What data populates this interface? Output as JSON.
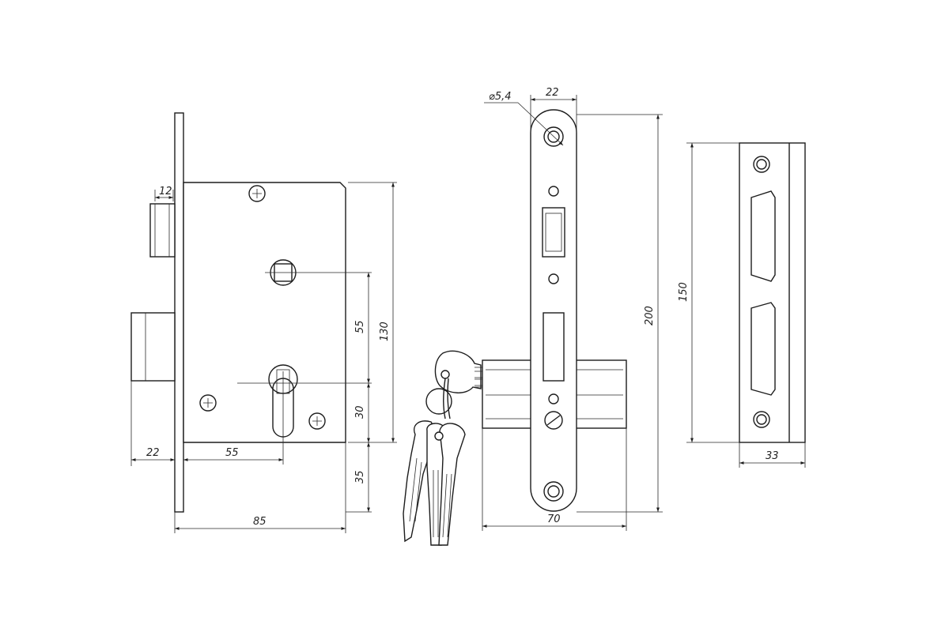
{
  "diagram": {
    "views": [
      {
        "name": "lock-body-side-view"
      },
      {
        "name": "faceplate-front-view"
      },
      {
        "name": "strike-plate-view"
      },
      {
        "name": "key-set"
      }
    ],
    "dimensions": {
      "faceplate_thickness": "12",
      "backset_latch": "22",
      "backset": "55",
      "body_width": "85",
      "spindle_to_cylinder": "55",
      "body_height": "130",
      "cylinder_to_bottom": "30",
      "bottom_offset": "35",
      "hole_diameter": "⌀5,4",
      "faceplate_width": "22",
      "faceplate_height": "200",
      "cylinder_length": "70",
      "strike_height": "150",
      "strike_width": "33"
    },
    "colors": {
      "line": "#1c1c1c",
      "background": "#ffffff"
    }
  }
}
